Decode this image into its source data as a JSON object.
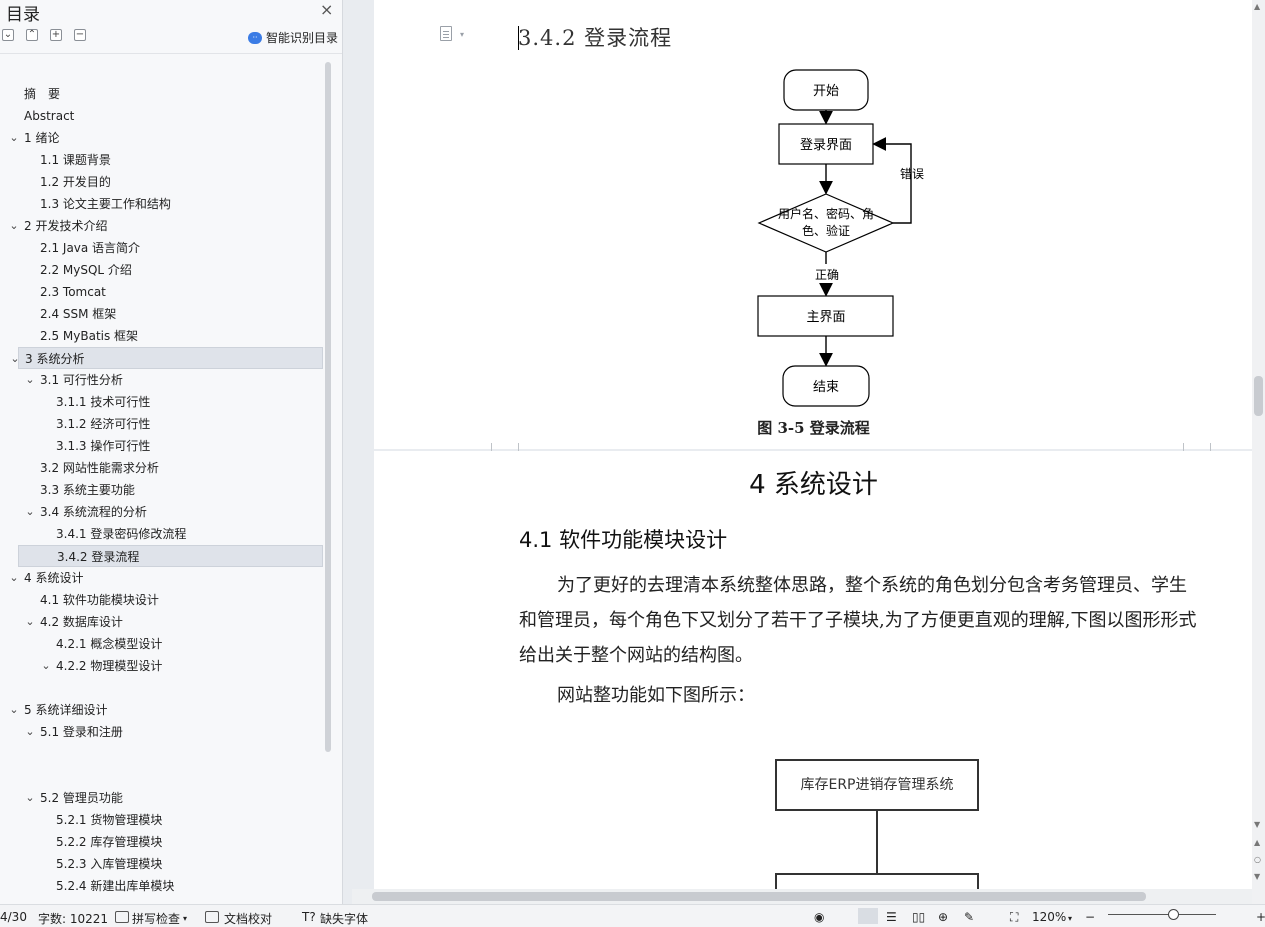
{
  "toc": {
    "title": "目录",
    "close_glyph": "×",
    "toolbar": [
      "collapse-all",
      "expand-level",
      "add-item",
      "remove-item"
    ],
    "smart_label": "智能识别目录",
    "items": [
      {
        "label": "摘　要",
        "level": 0,
        "chevron": false
      },
      {
        "label": "Abstract",
        "level": 0,
        "chevron": false
      },
      {
        "label": "1 绪论",
        "level": 0,
        "chevron": true
      },
      {
        "label": "1.1 课题背景",
        "level": 1,
        "chevron": false
      },
      {
        "label": "1.2 开发目的",
        "level": 1,
        "chevron": false
      },
      {
        "label": "1.3  论文主要工作和结构",
        "level": 1,
        "chevron": false
      },
      {
        "label": "2 开发技术介绍",
        "level": 0,
        "chevron": true
      },
      {
        "label": "2.1 Java 语言简介",
        "level": 1,
        "chevron": false
      },
      {
        "label": "2.2 MySQL  介绍",
        "level": 1,
        "chevron": false
      },
      {
        "label": "2.3 Tomcat",
        "level": 1,
        "chevron": false
      },
      {
        "label": "2.4 SSM 框架",
        "level": 1,
        "chevron": false
      },
      {
        "label": "2.5 MyBatis 框架",
        "level": 1,
        "chevron": false
      },
      {
        "label": "3 系统分析",
        "level": 0,
        "chevron": true,
        "selected": true
      },
      {
        "label": "3.1 可行性分析",
        "level": 1,
        "chevron": true
      },
      {
        "label": "3.1.1 技术可行性",
        "level": 2,
        "chevron": false
      },
      {
        "label": "3.1.2 经济可行性",
        "level": 2,
        "chevron": false
      },
      {
        "label": "3.1.3 操作可行性",
        "level": 2,
        "chevron": false
      },
      {
        "label": "3.2 网站性能需求分析",
        "level": 1,
        "chevron": false
      },
      {
        "label": "3.3 系统主要功能",
        "level": 1,
        "chevron": false
      },
      {
        "label": "3.4 系统流程的分析",
        "level": 1,
        "chevron": true
      },
      {
        "label": "3.4.1  登录密码修改流程",
        "level": 2,
        "chevron": false
      },
      {
        "label": "3.4.2  登录流程",
        "level": 2,
        "chevron": false,
        "selected": true
      },
      {
        "label": "4 系统设计",
        "level": 0,
        "chevron": true
      },
      {
        "label": "4.1  软件功能模块设计",
        "level": 1,
        "chevron": false
      },
      {
        "label": "4.2  数据库设计",
        "level": 1,
        "chevron": true
      },
      {
        "label": "4.2.1  概念模型设计",
        "level": 2,
        "chevron": false
      },
      {
        "label": "4.2.2  物理模型设计",
        "level": 2,
        "chevron": true
      },
      {
        "label": "",
        "level": 0,
        "chevron": false
      },
      {
        "label": "5 系统详细设计",
        "level": 0,
        "chevron": true
      },
      {
        "label": "5.1 登录和注册",
        "level": 1,
        "chevron": true
      },
      {
        "label": "",
        "level": 0,
        "chevron": false
      },
      {
        "label": "",
        "level": 0,
        "chevron": false
      },
      {
        "label": "5.2 管理员功能",
        "level": 1,
        "chevron": true
      },
      {
        "label": "5.2.1 货物管理模块",
        "level": 2,
        "chevron": false
      },
      {
        "label": "5.2.2 库存管理模块",
        "level": 2,
        "chevron": false
      },
      {
        "label": "5.2.3 入库管理模块",
        "level": 2,
        "chevron": false
      },
      {
        "label": "5.2.4 新建出库单模块",
        "level": 2,
        "chevron": false
      }
    ]
  },
  "doc": {
    "heading_342": "3.4.2  登录流程",
    "flow": {
      "start": "开始",
      "login": "登录界面",
      "verify_line1": "用户名、密码、角",
      "verify_line2": "色、验证",
      "error": "错误",
      "correct": "正确",
      "main": "主界面",
      "end": "结束"
    },
    "fig_caption": "图 3-5  登录流程",
    "heading_4": "4 系统设计",
    "heading_41": "4.1  软件功能模块设计",
    "para1": "为了更好的去理清本系统整体思路，整个系统的角色划分包含考务管理员、学生和管理员，每个角色下又划分了若干了子模块,为了方便更直观的理解,下图以图形形式给出关于整个网站的结构图。",
    "para2": "网站整功能如下图所示：",
    "sys_box": "库存ERP进销存管理系统"
  },
  "status": {
    "page": "4/30",
    "word_count": "字数: 10221",
    "spell_check": "拼写检查",
    "doc_check": "文档校对",
    "missing_font": "缺失字体",
    "zoom": "120%",
    "zoom_fraction": 0.6
  }
}
